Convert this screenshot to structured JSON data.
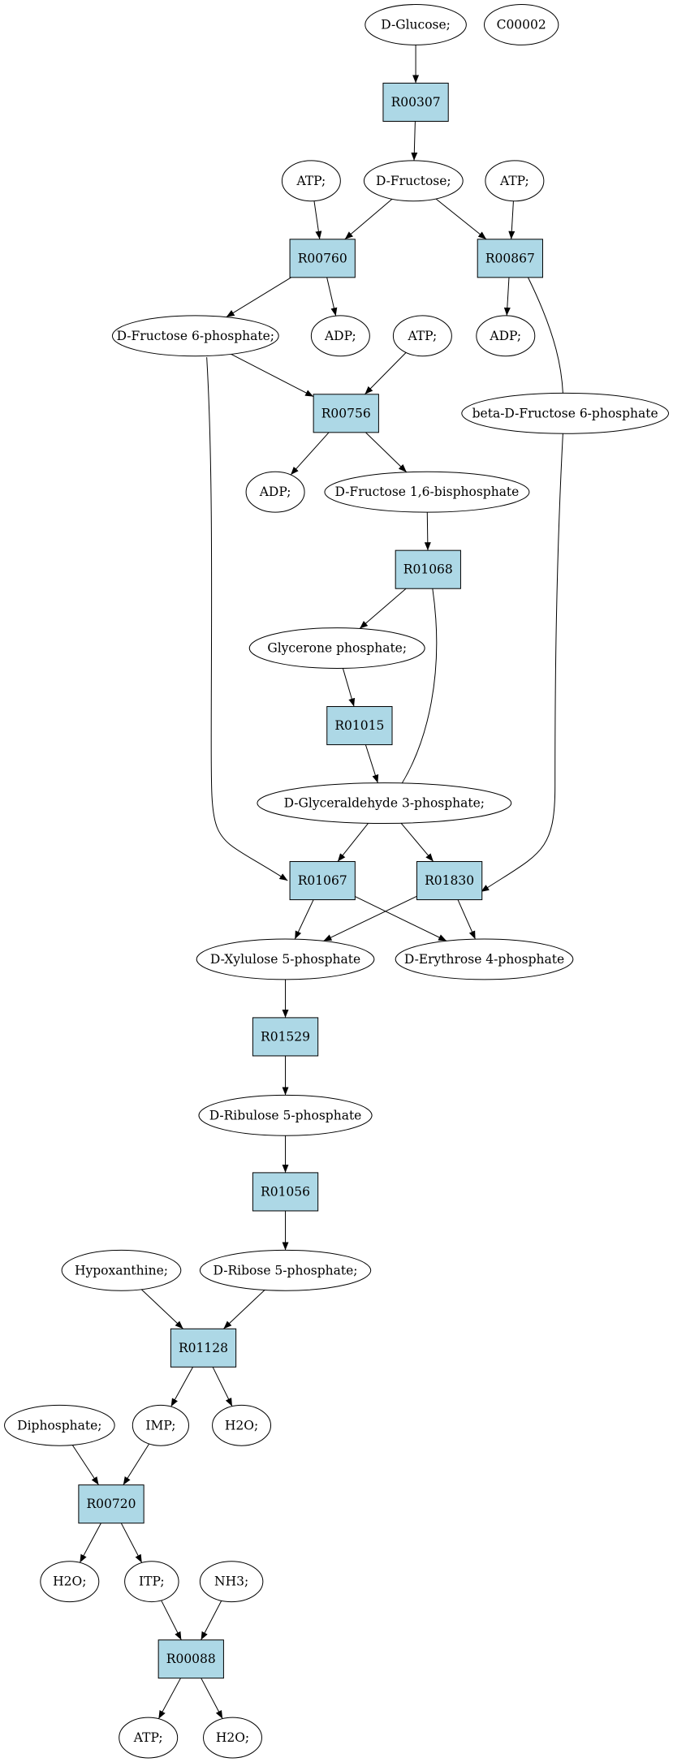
{
  "colors": {
    "start_metabolite": "#00ee00",
    "compound_node": "#ffff00",
    "reaction_node": "#add8e6",
    "metabolite_node": "#ffffff",
    "edge": "#000000"
  },
  "nodes": [
    {
      "id": "glucose",
      "kind": "metabolite",
      "style": "start",
      "label": "D-Glucose;"
    },
    {
      "id": "c00002",
      "kind": "metabolite",
      "style": "compound",
      "label": "C00002"
    },
    {
      "id": "r00307",
      "kind": "reaction",
      "label": "R00307"
    },
    {
      "id": "atp1",
      "kind": "metabolite",
      "label": "ATP;"
    },
    {
      "id": "fructose",
      "kind": "metabolite",
      "label": "D-Fructose;"
    },
    {
      "id": "atp2",
      "kind": "metabolite",
      "label": "ATP;"
    },
    {
      "id": "r00760",
      "kind": "reaction",
      "label": "R00760"
    },
    {
      "id": "r00867",
      "kind": "reaction",
      "label": "R00867"
    },
    {
      "id": "f6p",
      "kind": "metabolite",
      "label": "D-Fructose 6-phosphate;"
    },
    {
      "id": "adp1",
      "kind": "metabolite",
      "label": "ADP;"
    },
    {
      "id": "atp3",
      "kind": "metabolite",
      "label": "ATP;"
    },
    {
      "id": "adp2",
      "kind": "metabolite",
      "label": "ADP;"
    },
    {
      "id": "bf6p",
      "kind": "metabolite",
      "label": "beta-D-Fructose 6-phosphate"
    },
    {
      "id": "r00756",
      "kind": "reaction",
      "label": "R00756"
    },
    {
      "id": "adp3",
      "kind": "metabolite",
      "label": "ADP;"
    },
    {
      "id": "fbp",
      "kind": "metabolite",
      "label": "D-Fructose 1,6-bisphosphate"
    },
    {
      "id": "r01068",
      "kind": "reaction",
      "label": "R01068"
    },
    {
      "id": "gp",
      "kind": "metabolite",
      "label": "Glycerone phosphate;"
    },
    {
      "id": "r01015",
      "kind": "reaction",
      "label": "R01015"
    },
    {
      "id": "g3p",
      "kind": "metabolite",
      "label": "D-Glyceraldehyde 3-phosphate;"
    },
    {
      "id": "r01067",
      "kind": "reaction",
      "label": "R01067"
    },
    {
      "id": "r01830",
      "kind": "reaction",
      "label": "R01830"
    },
    {
      "id": "x5p",
      "kind": "metabolite",
      "label": "D-Xylulose 5-phosphate"
    },
    {
      "id": "e4p",
      "kind": "metabolite",
      "label": "D-Erythrose 4-phosphate"
    },
    {
      "id": "r01529",
      "kind": "reaction",
      "label": "R01529"
    },
    {
      "id": "ru5p",
      "kind": "metabolite",
      "label": "D-Ribulose 5-phosphate"
    },
    {
      "id": "r01056",
      "kind": "reaction",
      "label": "R01056"
    },
    {
      "id": "hypoxanthine",
      "kind": "metabolite",
      "label": "Hypoxanthine;"
    },
    {
      "id": "r5p",
      "kind": "metabolite",
      "label": "D-Ribose 5-phosphate;"
    },
    {
      "id": "r01128",
      "kind": "reaction",
      "label": "R01128"
    },
    {
      "id": "diphosphate",
      "kind": "metabolite",
      "label": "Diphosphate;"
    },
    {
      "id": "imp",
      "kind": "metabolite",
      "label": "IMP;"
    },
    {
      "id": "h2o1",
      "kind": "metabolite",
      "label": "H2O;"
    },
    {
      "id": "r00720",
      "kind": "reaction",
      "label": "R00720"
    },
    {
      "id": "h2o2",
      "kind": "metabolite",
      "label": "H2O;"
    },
    {
      "id": "itp",
      "kind": "metabolite",
      "label": "ITP;"
    },
    {
      "id": "nh3",
      "kind": "metabolite",
      "label": "NH3;"
    },
    {
      "id": "r00088",
      "kind": "reaction",
      "label": "R00088"
    },
    {
      "id": "atp4",
      "kind": "metabolite",
      "label": "ATP;"
    },
    {
      "id": "h2o3",
      "kind": "metabolite",
      "label": "H2O;"
    }
  ],
  "edges": [
    {
      "from": "glucose",
      "to": "r00307"
    },
    {
      "from": "r00307",
      "to": "fructose"
    },
    {
      "from": "atp1",
      "to": "r00760"
    },
    {
      "from": "fructose",
      "to": "r00760"
    },
    {
      "from": "fructose",
      "to": "r00867"
    },
    {
      "from": "atp2",
      "to": "r00867"
    },
    {
      "from": "r00760",
      "to": "f6p"
    },
    {
      "from": "r00760",
      "to": "adp1"
    },
    {
      "from": "r00867",
      "to": "adp2"
    },
    {
      "from": "r00867",
      "to": "bf6p"
    },
    {
      "from": "f6p",
      "to": "r00756"
    },
    {
      "from": "atp3",
      "to": "r00756"
    },
    {
      "from": "r00756",
      "to": "adp3"
    },
    {
      "from": "r00756",
      "to": "fbp"
    },
    {
      "from": "fbp",
      "to": "r01068"
    },
    {
      "from": "r01068",
      "to": "gp"
    },
    {
      "from": "r01068",
      "to": "g3p"
    },
    {
      "from": "gp",
      "to": "r01015"
    },
    {
      "from": "r01015",
      "to": "g3p"
    },
    {
      "from": "f6p",
      "to": "r01067"
    },
    {
      "from": "g3p",
      "to": "r01067"
    },
    {
      "from": "g3p",
      "to": "r01830"
    },
    {
      "from": "bf6p",
      "to": "r01830"
    },
    {
      "from": "r01067",
      "to": "x5p"
    },
    {
      "from": "r01067",
      "to": "e4p"
    },
    {
      "from": "r01830",
      "to": "x5p"
    },
    {
      "from": "r01830",
      "to": "e4p"
    },
    {
      "from": "x5p",
      "to": "r01529"
    },
    {
      "from": "r01529",
      "to": "ru5p"
    },
    {
      "from": "ru5p",
      "to": "r01056"
    },
    {
      "from": "r01056",
      "to": "r5p"
    },
    {
      "from": "hypoxanthine",
      "to": "r01128"
    },
    {
      "from": "r5p",
      "to": "r01128"
    },
    {
      "from": "r01128",
      "to": "imp"
    },
    {
      "from": "r01128",
      "to": "h2o1"
    },
    {
      "from": "diphosphate",
      "to": "r00720"
    },
    {
      "from": "imp",
      "to": "r00720"
    },
    {
      "from": "r00720",
      "to": "h2o2"
    },
    {
      "from": "r00720",
      "to": "itp"
    },
    {
      "from": "itp",
      "to": "r00088"
    },
    {
      "from": "nh3",
      "to": "r00088"
    },
    {
      "from": "r00088",
      "to": "atp4"
    },
    {
      "from": "r00088",
      "to": "h2o3"
    }
  ]
}
